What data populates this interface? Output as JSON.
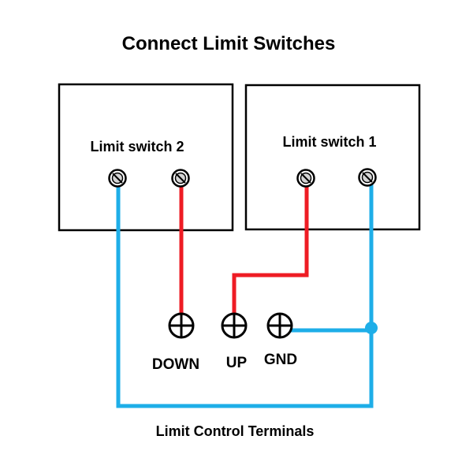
{
  "title": "Connect Limit Switches",
  "footer_label": "Limit Control Terminals",
  "switches": [
    {
      "label": "Limit switch 2"
    },
    {
      "label": "Limit switch 1"
    }
  ],
  "terminals": [
    {
      "label": "DOWN"
    },
    {
      "label": "UP"
    },
    {
      "label": "GND"
    }
  ],
  "colors": {
    "positive_wire": "#ee1c24",
    "ground_wire": "#1eaee8",
    "outline": "#000000",
    "screw_fill": "#d4d4d4"
  },
  "icons": {
    "screw": "screw-icon",
    "terminal": "terminal-crosshair-icon",
    "junction": "junction-dot-icon"
  }
}
